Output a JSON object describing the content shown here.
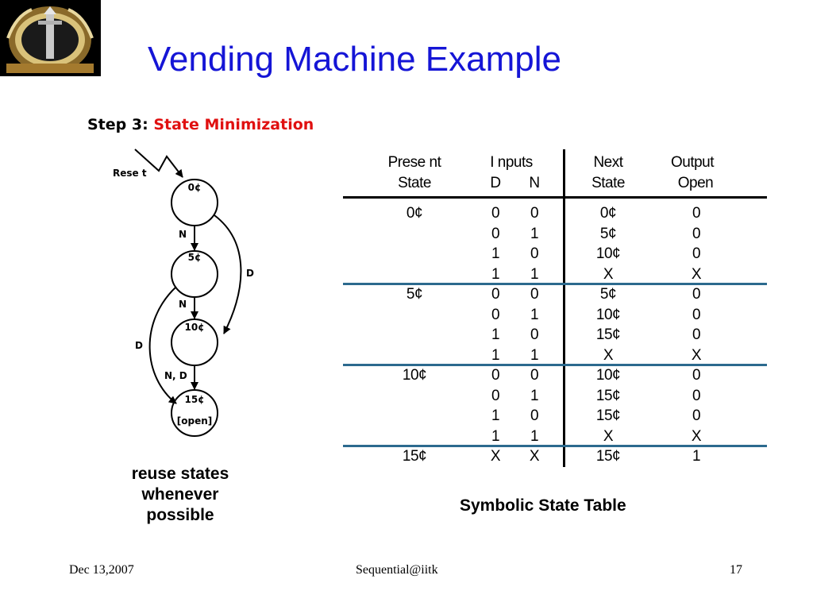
{
  "title": "Vending Machine Example",
  "step": {
    "prefix": "Step 3:",
    "text": "State Minimization"
  },
  "diagram": {
    "reset_label": "Rese t",
    "states": [
      "0¢",
      "5¢",
      "10¢",
      "15¢"
    ],
    "final_output": "[open]",
    "edge_labels": {
      "n1": "N",
      "n2": "N",
      "nd": "N, D",
      "d_right": "D",
      "d_left": "D"
    }
  },
  "left_caption": [
    "reuse states",
    "whenever",
    "possible"
  ],
  "table": {
    "headers": {
      "present": [
        "Prese nt",
        "State"
      ],
      "inputs": "I nputs",
      "d": "D",
      "n": "N",
      "next": [
        "Next",
        "State"
      ],
      "output": [
        "Output",
        "Open"
      ]
    },
    "rows": [
      [
        "0¢",
        "0",
        "0",
        "0¢",
        "0"
      ],
      [
        "",
        "0",
        "1",
        "5¢",
        "0"
      ],
      [
        "",
        "1",
        "0",
        "10¢",
        "0"
      ],
      [
        "",
        "1",
        "1",
        "X",
        "X"
      ],
      [
        "5¢",
        "0",
        "0",
        "5¢",
        "0"
      ],
      [
        "",
        "0",
        "1",
        "10¢",
        "0"
      ],
      [
        "",
        "1",
        "0",
        "15¢",
        "0"
      ],
      [
        "",
        "1",
        "1",
        "X",
        "X"
      ],
      [
        "10¢",
        "0",
        "0",
        "10¢",
        "0"
      ],
      [
        "",
        "0",
        "1",
        "15¢",
        "0"
      ],
      [
        "",
        "1",
        "0",
        "15¢",
        "0"
      ],
      [
        "",
        "1",
        "1",
        "X",
        "X"
      ],
      [
        "15¢",
        "X",
        "X",
        "15¢",
        "1"
      ]
    ],
    "caption": "Symbolic State Table",
    "separator_color": "#2c6a8e"
  },
  "footer": {
    "date": "Dec 13,2007",
    "center": "Sequential@iitk",
    "page": "17"
  },
  "colors": {
    "title": "#1515d6",
    "highlight": "#e01010"
  }
}
